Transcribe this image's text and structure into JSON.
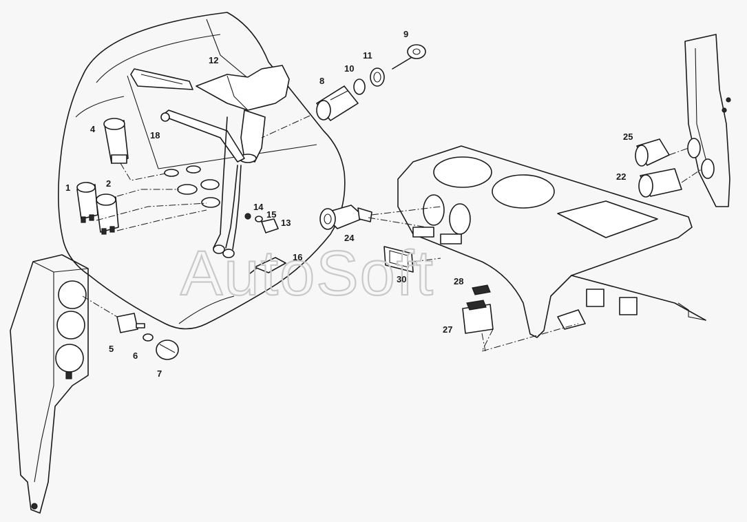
{
  "watermark": "AutoSoft",
  "colors": {
    "line": "#1a1a1a",
    "background": "#f7f7f7",
    "watermark": "#c9c9c9"
  },
  "callouts": {
    "c1": "1",
    "c2": "2",
    "c4": "4",
    "c5": "5",
    "c6": "6",
    "c7": "7",
    "c8": "8",
    "c9": "9",
    "c10": "10",
    "c11": "11",
    "c12": "12",
    "c13": "13",
    "c14": "14",
    "c15": "15",
    "c16": "16",
    "c18": "18",
    "c22": "22",
    "c24": "24",
    "c25": "25",
    "c27": "27",
    "c28": "28",
    "c30": "30"
  }
}
